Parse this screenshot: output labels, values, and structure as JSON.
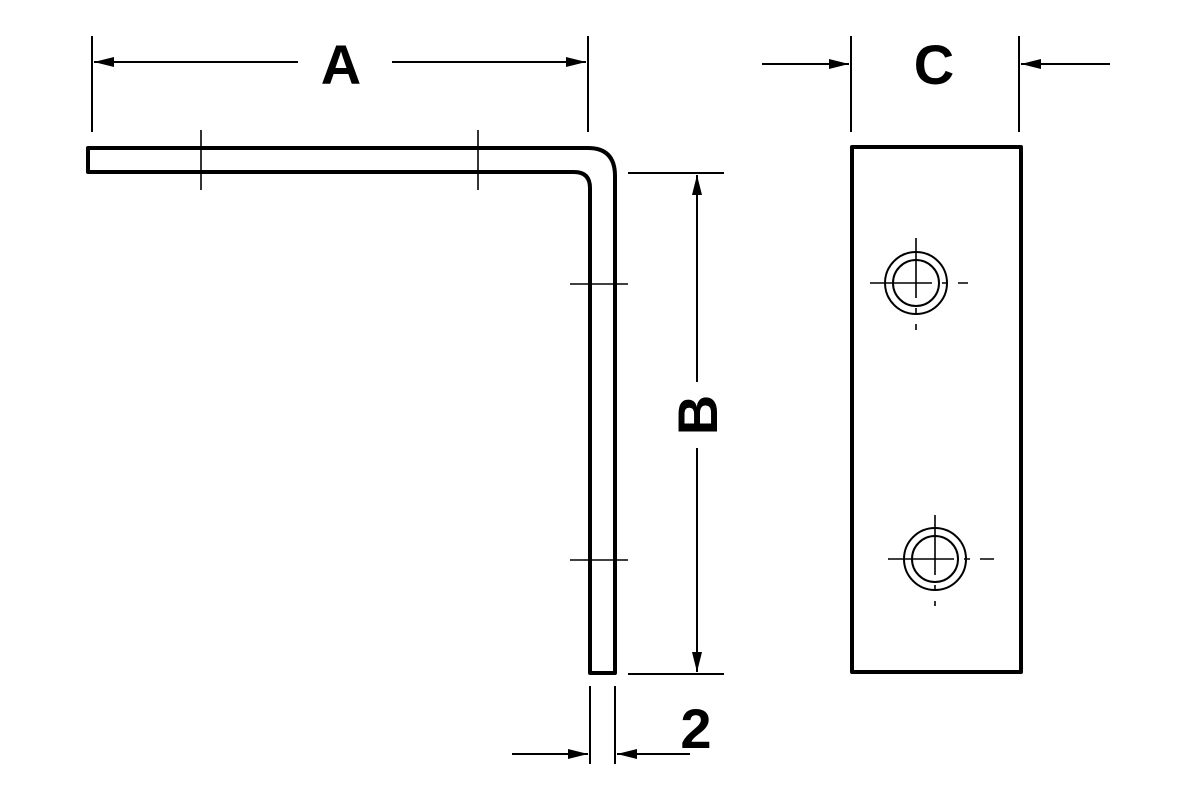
{
  "drawing": {
    "dimensions": {
      "length_a": "A",
      "length_b": "B",
      "width_c": "C",
      "thickness": "2"
    },
    "colors": {
      "line": "#000000",
      "background": "#ffffff"
    }
  }
}
